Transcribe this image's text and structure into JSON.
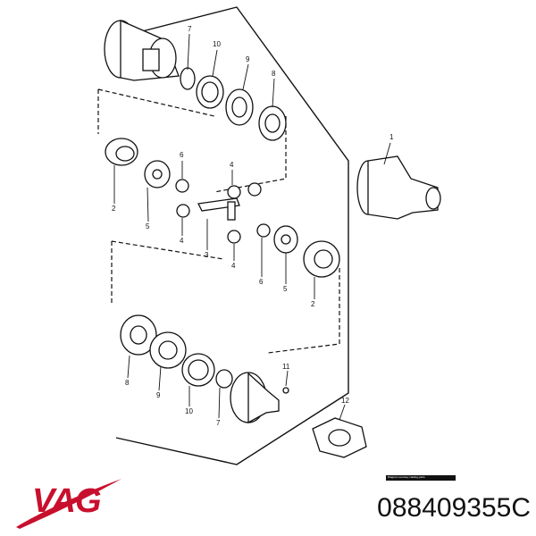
{
  "callouts": {
    "c1": "1",
    "c2a": "2",
    "c2b": "2",
    "c3": "3",
    "c4a": "4",
    "c4b": "4",
    "c4c": "4",
    "c5a": "5",
    "c5b": "5",
    "c6a": "6",
    "c6b": "6",
    "c7a": "7",
    "c7b": "7",
    "c8a": "8",
    "c8b": "8",
    "c9a": "9",
    "c9b": "9",
    "c10a": "10",
    "c10b": "10",
    "c11": "11",
    "c12": "12"
  },
  "brand": {
    "name": "VAG",
    "color": "#c8102e"
  },
  "part_number": "088409355C",
  "copyright": "Diagram courtesy catalog-parts"
}
